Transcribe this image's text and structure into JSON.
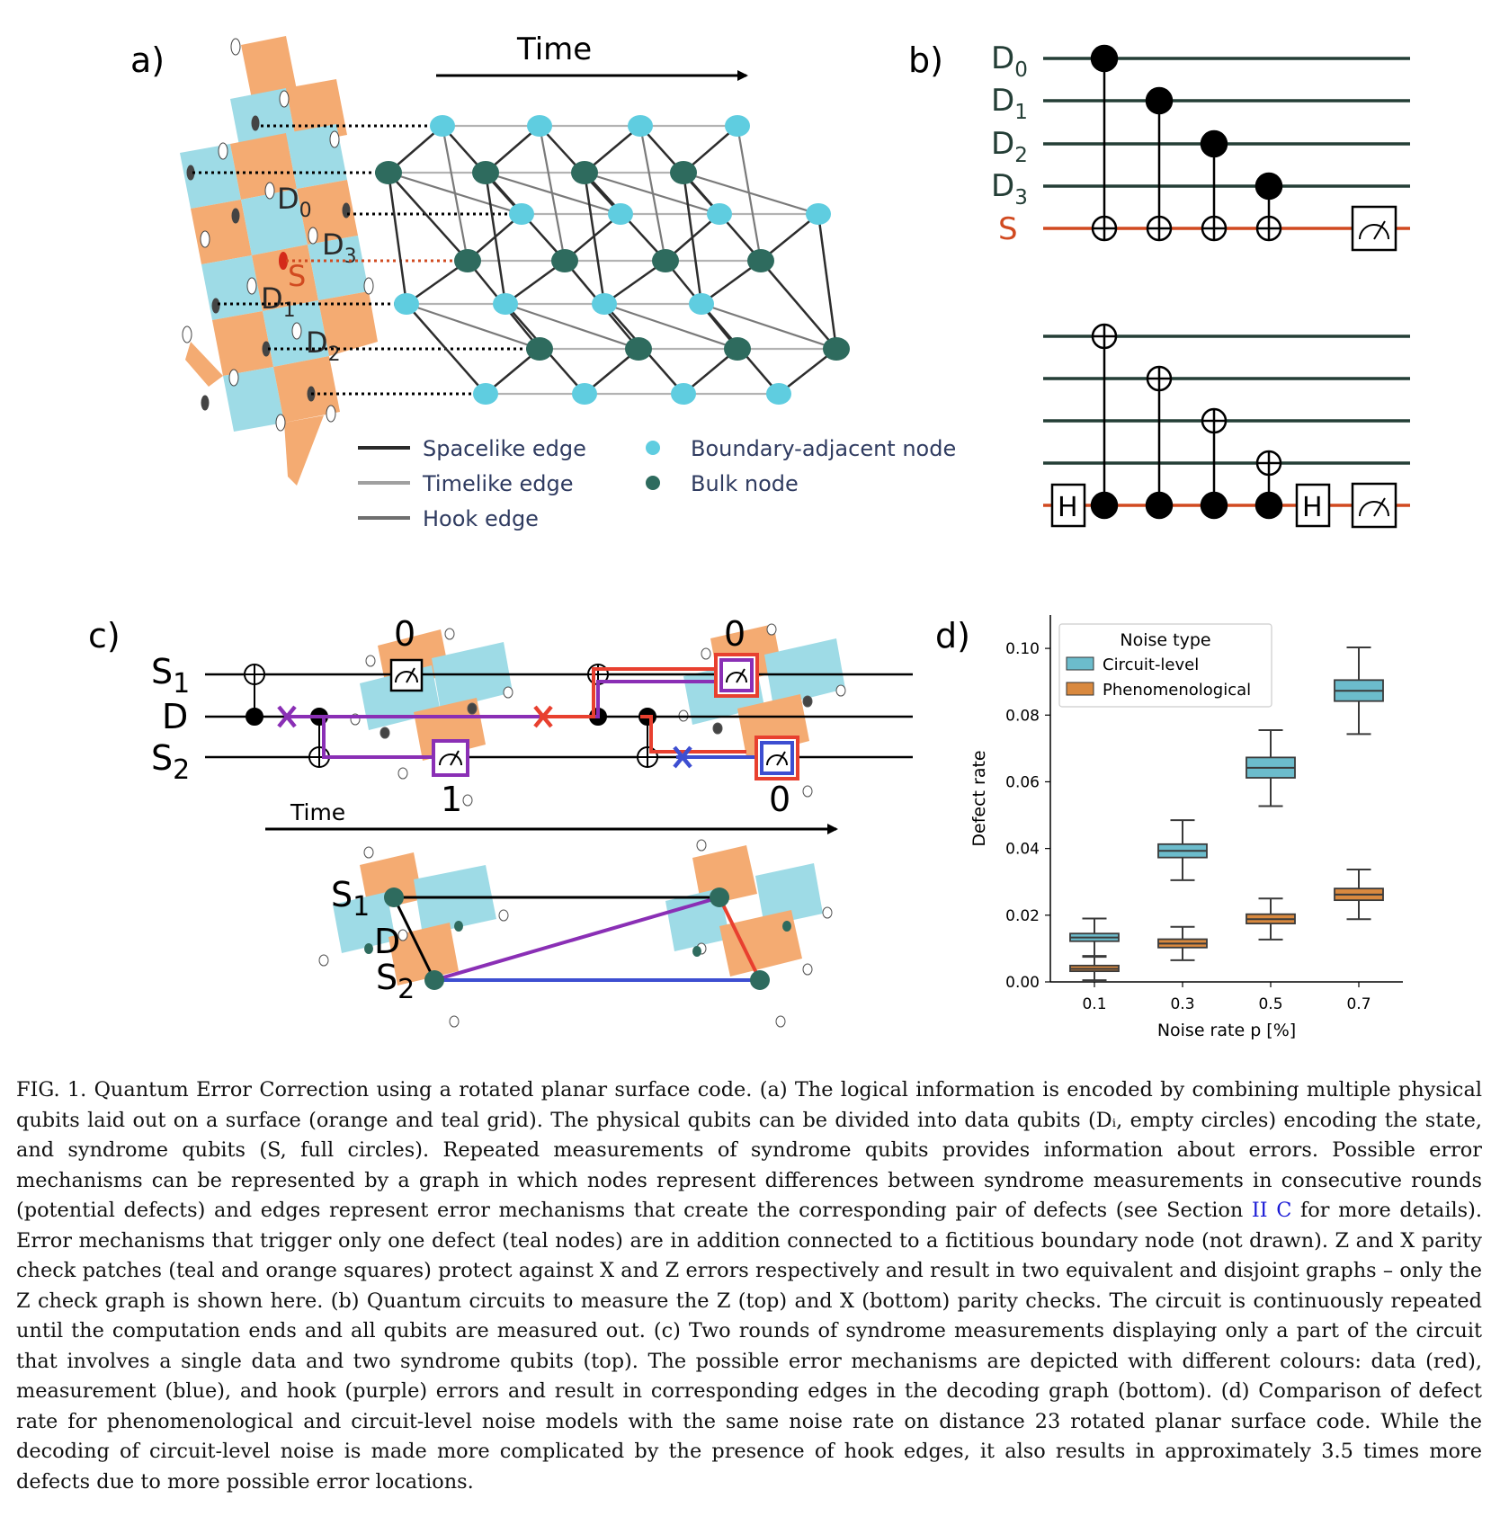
{
  "panels": {
    "a": {
      "label": "a)",
      "time_label": "Time",
      "qubit_labels": [
        "D",
        "D",
        "D",
        "D",
        "S"
      ],
      "qubit_subscripts": [
        "0",
        "3",
        "1",
        "2",
        ""
      ],
      "legend": [
        {
          "label": "Spacelike edge",
          "kind": "line",
          "color": "#2a2a2a"
        },
        {
          "label": "Timelike edge",
          "kind": "line",
          "color": "#a0a0a0"
        },
        {
          "label": "Hook edge",
          "kind": "line",
          "color": "#6f6f6f"
        },
        {
          "label": "Boundary-adjacent node",
          "kind": "dot",
          "color": "#5fcde0"
        },
        {
          "label": "Bulk node",
          "kind": "dot",
          "color": "#2e6b5e"
        }
      ]
    },
    "b": {
      "label": "b)",
      "wire_labels": [
        "D",
        "D",
        "D",
        "D",
        "S"
      ],
      "wire_subscripts": [
        "0",
        "1",
        "2",
        "3",
        ""
      ],
      "gate_H": "H"
    },
    "c": {
      "label": "c)",
      "wire_labels": [
        "S",
        "D",
        "S"
      ],
      "wire_subscripts": [
        "1",
        "",
        "2"
      ],
      "time_label": "Time",
      "outcomes": [
        "0",
        "1",
        "0",
        "0"
      ],
      "graph_labels": [
        "S",
        "D",
        "S"
      ],
      "graph_subscripts": [
        "1",
        "",
        "2"
      ]
    },
    "d": {
      "label": "d)"
    }
  },
  "colors": {
    "orange": "#f4ab72",
    "teal": "#9edbe6",
    "syndrome": "#d14a20",
    "dark_green": "#243e36",
    "data_error": "#e8402f",
    "measurement_error": "#3d4ed1",
    "hook_error": "#8a2fb5",
    "circuit_level": "#6cbccc",
    "phenomenological": "#d9893f"
  },
  "chart_data": {
    "type": "box",
    "title": "",
    "xlabel": "Noise rate p [%]",
    "ylabel": "Defect rate",
    "categories": [
      "0.1",
      "0.3",
      "0.5",
      "0.7"
    ],
    "ylim": [
      0,
      0.11
    ],
    "yticks": [
      "0.00",
      "0.02",
      "0.04",
      "0.06",
      "0.08",
      "0.10"
    ],
    "legend_title": "Noise type",
    "legend_position": "top-left",
    "series": [
      {
        "name": "Circuit-level",
        "color": "#6cbccc",
        "boxes": [
          {
            "whisker_low": 0.0075,
            "q1": 0.0122,
            "median": 0.0133,
            "q3": 0.0145,
            "whisker_high": 0.019
          },
          {
            "whisker_low": 0.0305,
            "q1": 0.0373,
            "median": 0.0393,
            "q3": 0.0413,
            "whisker_high": 0.0485
          },
          {
            "whisker_low": 0.0527,
            "q1": 0.0612,
            "median": 0.0642,
            "q3": 0.0673,
            "whisker_high": 0.0755
          },
          {
            "whisker_low": 0.0743,
            "q1": 0.0842,
            "median": 0.0873,
            "q3": 0.0905,
            "whisker_high": 0.1003
          }
        ]
      },
      {
        "name": "Phenomenological",
        "color": "#d9893f",
        "boxes": [
          {
            "whisker_low": 0.0005,
            "q1": 0.0032,
            "median": 0.0039,
            "q3": 0.0049,
            "whisker_high": 0.0078
          },
          {
            "whisker_low": 0.0065,
            "q1": 0.0103,
            "median": 0.0115,
            "q3": 0.0128,
            "whisker_high": 0.0165
          },
          {
            "whisker_low": 0.0127,
            "q1": 0.0175,
            "median": 0.0188,
            "q3": 0.0203,
            "whisker_high": 0.025
          },
          {
            "whisker_low": 0.0188,
            "q1": 0.0245,
            "median": 0.0262,
            "q3": 0.028,
            "whisker_high": 0.0337
          }
        ]
      }
    ]
  },
  "caption": {
    "before_ref": "FIG. 1.   Quantum Error Correction using a rotated planar surface code. (a) The logical information is encoded by combining multiple physical qubits laid out on a surface (orange and teal grid). The physical qubits can be divided into data qubits (Dᵢ, empty circles) encoding the state, and syndrome qubits (S, full circles). Repeated measurements of syndrome qubits provides information about errors. Possible error mechanisms can be represented by a graph in which nodes represent differences between syndrome measurements in consecutive rounds (potential defects) and edges represent error mechanisms that create the corresponding pair of defects (see Section ",
    "ref": "II C",
    "after_ref": " for more details). Error mechanisms that trigger only one defect (teal nodes) are in addition connected to a fictitious boundary node (not drawn). Z and X parity check patches (teal and orange squares) protect against X and Z errors respectively and result in two equivalent and disjoint graphs – only the Z check graph is shown here. (b) Quantum circuits to measure the Z (top) and X (bottom) parity checks. The circuit is continuously repeated until the computation ends and all qubits are measured out. (c) Two rounds of syndrome measurements displaying only a part of the circuit that involves a single data and two syndrome qubits (top). The possible error mechanisms are depicted with different colours: data (red), measurement (blue), and hook (purple) errors and result in corresponding edges in the decoding graph (bottom). (d) Comparison of defect rate for phenomenological and circuit-level noise models with the same noise rate on distance 23 rotated planar surface code. While the decoding of circuit-level noise is made more complicated by the presence of hook edges, it also results in approximately 3.5 times more defects due to more possible error locations."
  }
}
